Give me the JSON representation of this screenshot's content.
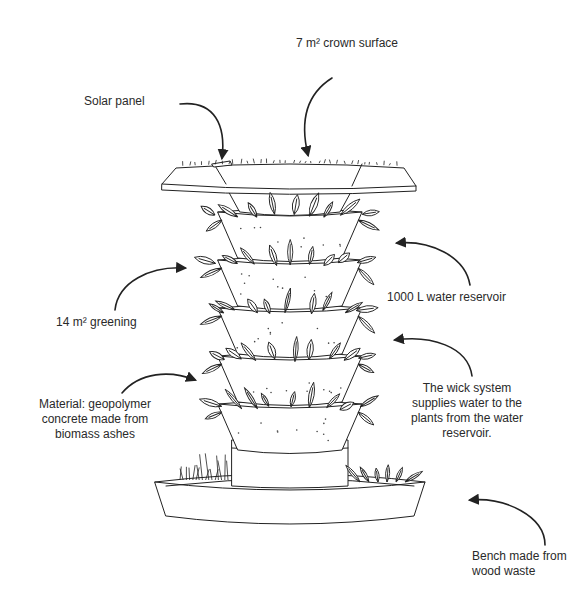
{
  "diagram": {
    "labels": [
      "Solar panel",
      "7 m² crown surface",
      "14 m² greening",
      "1000 L water reservoir",
      "Material: geopolymer concrete made from biomass ashes",
      "The wick system supplies water to the plants from the water reservoir.",
      "Bench made from wood waste"
    ]
  }
}
